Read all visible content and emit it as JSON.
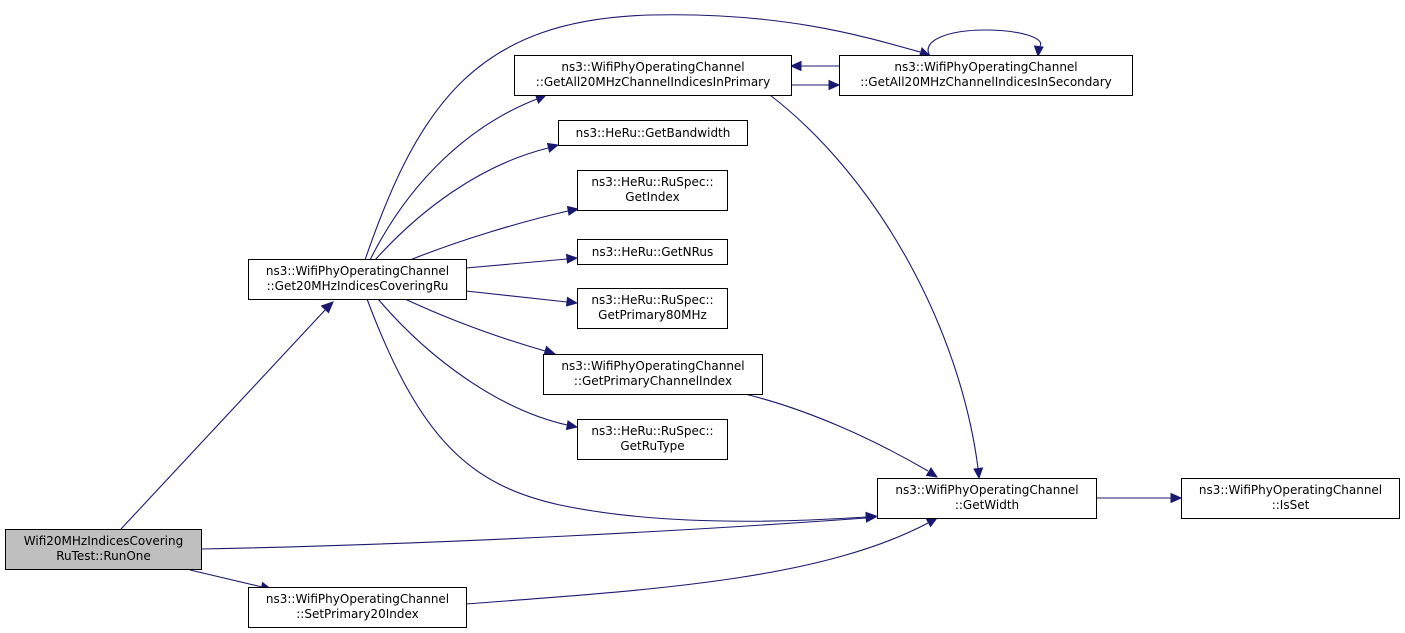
{
  "nodes": {
    "run_one": [
      "Wifi20MHzIndicesCovering",
      "RuTest::RunOne"
    ],
    "get20mhz": [
      "ns3::WifiPhyOperatingChannel",
      "::Get20MHzIndicesCoveringRu"
    ],
    "set_primary20": [
      "ns3::WifiPhyOperatingChannel",
      "::SetPrimary20Index"
    ],
    "get_all_primary": [
      "ns3::WifiPhyOperatingChannel",
      "::GetAll20MHzChannelIndicesInPrimary"
    ],
    "get_all_secondary": [
      "ns3::WifiPhyOperatingChannel",
      "::GetAll20MHzChannelIndicesInSecondary"
    ],
    "get_bandwidth": [
      "ns3::HeRu::GetBandwidth"
    ],
    "get_index": [
      "ns3::HeRu::RuSpec::",
      "GetIndex"
    ],
    "get_nrus": [
      "ns3::HeRu::GetNRus"
    ],
    "get_primary80": [
      "ns3::HeRu::RuSpec::",
      "GetPrimary80MHz"
    ],
    "get_primary_channel_index": [
      "ns3::WifiPhyOperatingChannel",
      "::GetPrimaryChannelIndex"
    ],
    "get_ru_type": [
      "ns3::HeRu::RuSpec::",
      "GetRuType"
    ],
    "get_width": [
      "ns3::WifiPhyOperatingChannel",
      "::GetWidth"
    ],
    "is_set": [
      "ns3::WifiPhyOperatingChannel",
      "::IsSet"
    ]
  },
  "edges": [
    [
      "run_one",
      "get20mhz"
    ],
    [
      "run_one",
      "get_width"
    ],
    [
      "run_one",
      "set_primary20"
    ],
    [
      "get20mhz",
      "get_all_primary"
    ],
    [
      "get20mhz",
      "get_all_secondary"
    ],
    [
      "get20mhz",
      "get_bandwidth"
    ],
    [
      "get20mhz",
      "get_index"
    ],
    [
      "get20mhz",
      "get_nrus"
    ],
    [
      "get20mhz",
      "get_primary80"
    ],
    [
      "get20mhz",
      "get_primary_channel_index"
    ],
    [
      "get20mhz",
      "get_ru_type"
    ],
    [
      "get20mhz",
      "get_width"
    ],
    [
      "get_all_primary",
      "get_all_secondary"
    ],
    [
      "get_all_primary",
      "get_width"
    ],
    [
      "get_all_secondary",
      "get_all_primary"
    ],
    [
      "get_all_secondary",
      "get_all_secondary"
    ],
    [
      "get_primary_channel_index",
      "get_width"
    ],
    [
      "get_width",
      "is_set"
    ],
    [
      "set_primary20",
      "get_width"
    ]
  ],
  "colors": {
    "edge": "#191970",
    "root_fill": "#bfbfbf",
    "node_fill": "#ffffff",
    "node_border": "#000000"
  }
}
